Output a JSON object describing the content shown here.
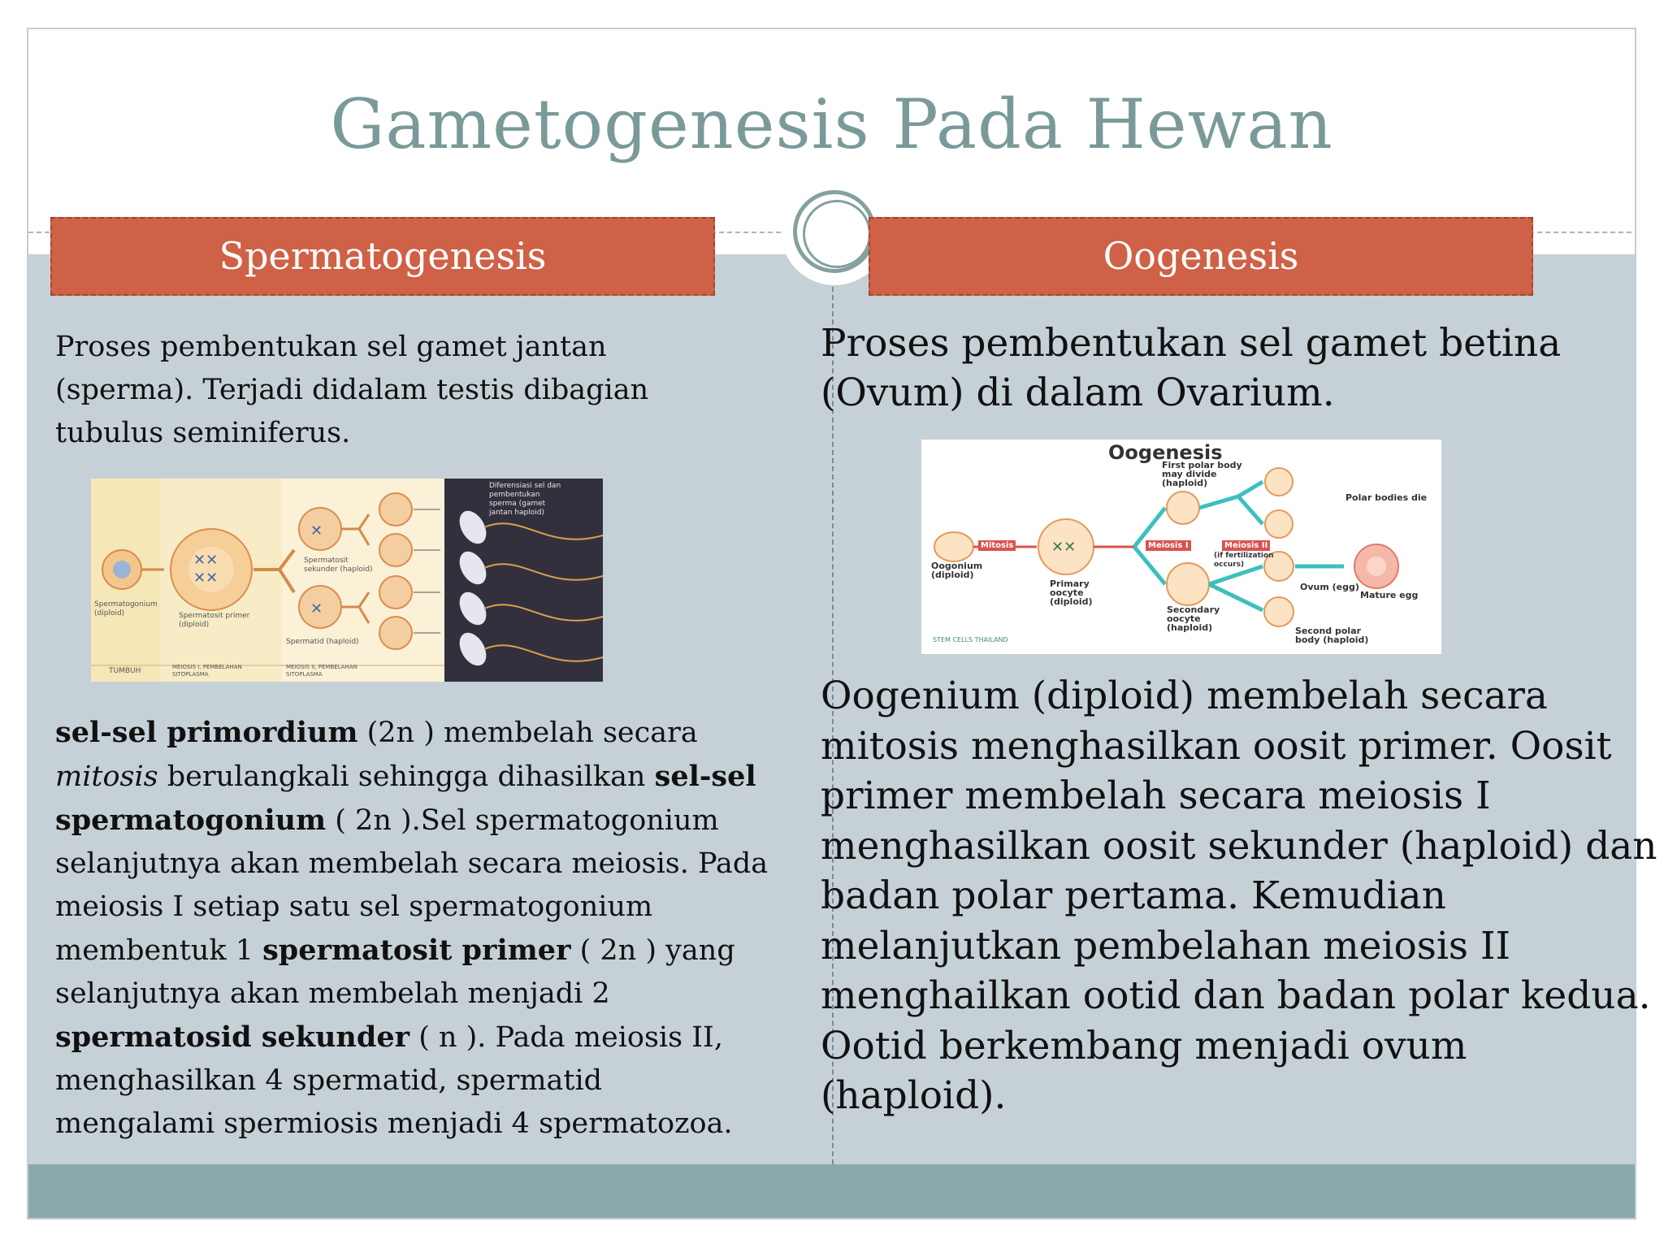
{
  "title": "Gametogenesis Pada Hewan",
  "left": {
    "header": "Spermatogenesis",
    "intro": "Proses pembentukan sel gamet jantan (sperma). Terjadi didalam testis dibagian tubulus seminiferus.",
    "figure": {
      "labels": {
        "spermatogonium": "Spermatogonium (diploid)",
        "spermatosit_primer": "Spermatosit primer (diploid)",
        "spermatosit_sekunder": "Spermatosit sekunder (haploid)",
        "spermatid": "Spermatid (haploid)",
        "diferensiasi": "Diferensiasi sel dan pembentukan sperma (gamet jantan haploid)",
        "tumbuh": "TUMBUH",
        "meiosis1": "MEIOSIS I, PEMBELAHAN SITOPLASMA",
        "meiosis2": "MEIOSIS II, PEMBELAHAN SITOPLASMA"
      }
    },
    "body": {
      "p1_bold": "sel-sel primordium",
      "p1_a": " (2n ) membelah secara ",
      "p1_italic": "mitosis",
      "p1_b": " berulangkali sehingga dihasilkan ",
      "p1_bold2": "sel-sel spermatogonium",
      "p1_c": " ( 2n ).Sel spermatogonium selanjutnya akan membelah secara meiosis. Pada meiosis I setiap satu sel spermatogonium membentuk 1 ",
      "p1_bold3": "spermatosit primer",
      "p1_d": " ( 2n ) yang selanjutnya akan membelah menjadi 2 ",
      "p1_bold4": "spermatosid sekunder",
      "p1_e": " ( n ). Pada meiosis II, menghasilkan 4 spermatid, spermatid mengalami spermiosis menjadi 4 spermatozoa."
    }
  },
  "right": {
    "header": "Oogenesis",
    "intro": "Proses pembentukan sel gamet betina (Ovum) di dalam Ovarium.",
    "figure": {
      "title": "Oogenesis",
      "labels": {
        "first_polar": "First polar body may divide (haploid)",
        "polar_bodies": "Polar bodies die",
        "mitosis": "Mitosis",
        "oogonium": "Oogonium (diploid)",
        "primary_oocyte": "Primary oocyte (diploid)",
        "meiosis1": "Meiosis I",
        "meiosis2": "Meiosis II",
        "if_fert": "(if fertilization occurs)",
        "ovum": "Ovum (egg)",
        "mature_egg": "Mature egg",
        "secondary_oocyte": "Secondary oocyte (haploid)",
        "second_polar": "Second polar body (haploid)",
        "logo": "STEM CELLS THAILAND"
      }
    },
    "body_lines": [
      "Oogenium (diploid) membelah secara",
      "mitosis menghasilkan oosit primer. Oosit",
      "primer membelah secara meiosis I",
      "menghasilkan oosit sekunder (haploid) dan",
      "badan polar pertama. Kemudian",
      "melanjutkan pembelahan meiosis II",
      "menghailkan ootid dan badan polar kedua.",
      "Ootid berkembang menjadi ovum",
      "(haploid)."
    ]
  },
  "colors": {
    "title": "#7a9a99",
    "header_fill": "#cf6147",
    "content_bg": "#c5d1d6",
    "footer_bg": "#8ba9aa",
    "accent_ring": "#84a09f"
  }
}
